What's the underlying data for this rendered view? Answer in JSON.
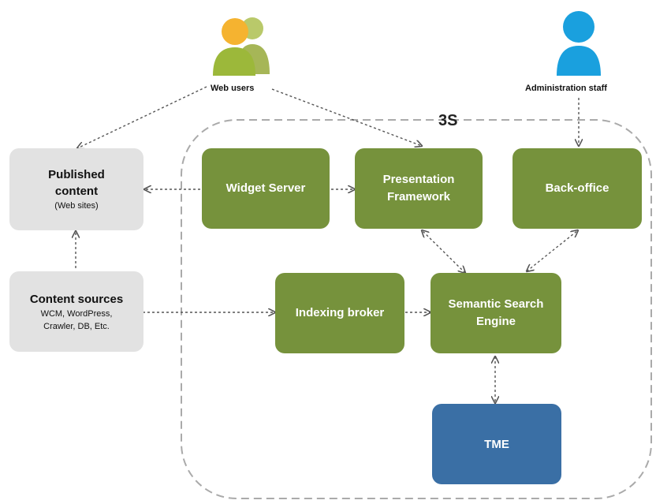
{
  "users": {
    "web_users_label": "Web users",
    "admin_label": "Administration staff"
  },
  "system": {
    "title": "3S"
  },
  "boxes": {
    "widget_server": "Widget Server",
    "presentation_framework": "Presentation Framework",
    "back_office": "Back-office",
    "indexing_broker": "Indexing broker",
    "semantic_search_engine": "Semantic Search Engine",
    "tme": "TME"
  },
  "published": {
    "line1": "Published",
    "line2": "content",
    "sub": "(Web sites)"
  },
  "sources": {
    "title": "Content sources",
    "line1": "WCM, WordPress,",
    "line2": "Crawler, DB, Etc."
  },
  "colors": {
    "component_green": "#76923c",
    "tme_blue": "#3a6fa5",
    "external_gray": "#e2e2e2",
    "web_user_front": "#f0a52a",
    "web_user_back": "#b9c96a",
    "admin_user": "#1aa0de"
  },
  "icons": {
    "web_users": "users-group-icon",
    "admin": "user-icon"
  }
}
